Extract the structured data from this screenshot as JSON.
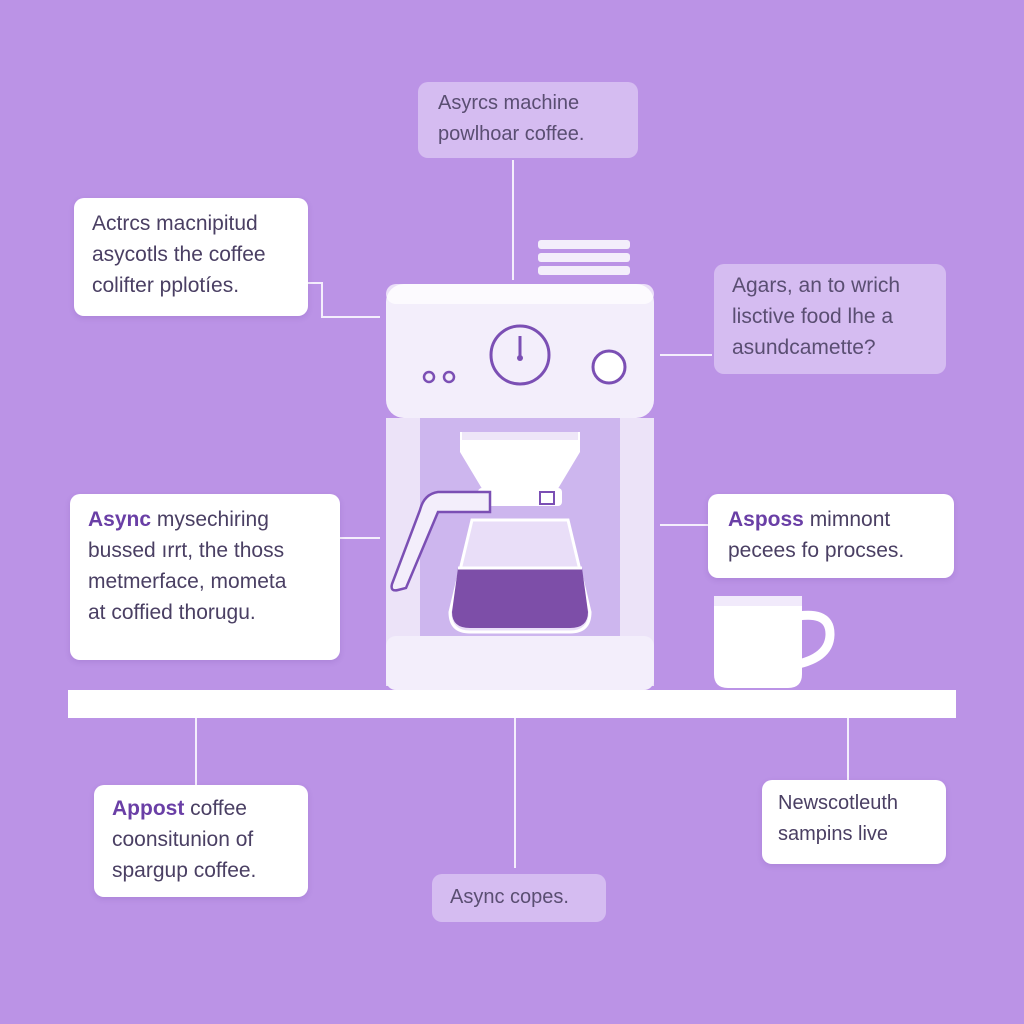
{
  "colors": {
    "background": "#bb93e6",
    "machine": "#f1ebfb",
    "accent": "#7b4fb4",
    "coffee": "#7d4ea8",
    "shelf": "#ffffff"
  },
  "callouts": {
    "top": {
      "lines": [
        "Asyrcs machine",
        "powlhoar coffee."
      ]
    },
    "top_left": {
      "lines": [
        "Actrcs macnipitud",
        "asycotls the coffee",
        "colifter pplotíes."
      ]
    },
    "top_right": {
      "lines": [
        "Agars, an to wrich",
        "lisctive food lhe a",
        "asundcamette?"
      ]
    },
    "mid_left": {
      "bold": "Async",
      "first_rest": " mysechiring",
      "lines": [
        "bussed ırrt, the thoss",
        "metmerface, mometa",
        "at coffied thorugu."
      ]
    },
    "mid_right": {
      "bold": "Asposs",
      "first_rest": " mimnont",
      "lines": [
        "pecees fo procses."
      ]
    },
    "bottom_left": {
      "bold": "Appost",
      "first_rest": " coffee",
      "lines": [
        "coonsitunion of",
        "spargup coffee."
      ]
    },
    "bottom_center": {
      "lines": [
        "Async copes."
      ]
    },
    "bottom_right": {
      "lines": [
        "Newscotleuth",
        "sampins live"
      ]
    }
  },
  "icons": {
    "machine": "coffee-machine-icon",
    "cup": "coffee-cup-icon",
    "clock": "clock-dial-icon",
    "knob": "power-knob-icon"
  }
}
